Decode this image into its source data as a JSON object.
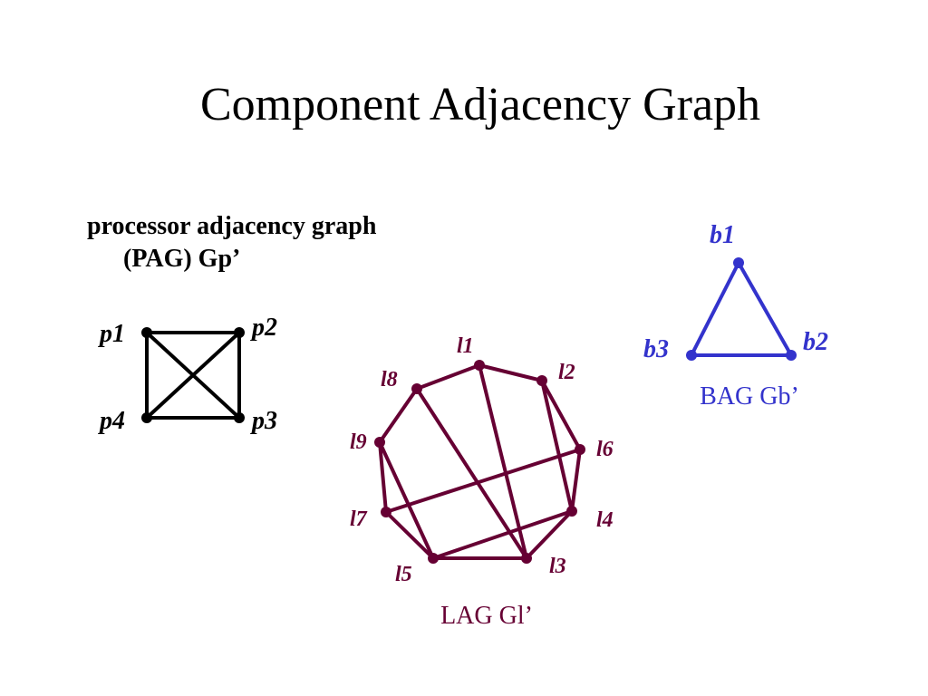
{
  "slide": {
    "title": "Component Adjacency Graph"
  },
  "pag": {
    "heading_line1": "processor adjacency graph",
    "heading_line2": "(PAG) Gp’",
    "color": "#000000",
    "nodes": [
      {
        "id": "p1",
        "label": "p1"
      },
      {
        "id": "p2",
        "label": "p2"
      },
      {
        "id": "p3",
        "label": "p3"
      },
      {
        "id": "p4",
        "label": "p4"
      }
    ],
    "edges": [
      [
        "p1",
        "p2"
      ],
      [
        "p2",
        "p3"
      ],
      [
        "p3",
        "p4"
      ],
      [
        "p4",
        "p1"
      ],
      [
        "p1",
        "p3"
      ],
      [
        "p2",
        "p4"
      ]
    ]
  },
  "lag": {
    "caption": "LAG Gl’",
    "color": "#660033",
    "nodes": [
      {
        "id": "l1",
        "label": "l1"
      },
      {
        "id": "l2",
        "label": "l2"
      },
      {
        "id": "l6",
        "label": "l6"
      },
      {
        "id": "l4",
        "label": "l4"
      },
      {
        "id": "l3",
        "label": "l3"
      },
      {
        "id": "l5",
        "label": "l5"
      },
      {
        "id": "l7",
        "label": "l7"
      },
      {
        "id": "l9",
        "label": "l9"
      },
      {
        "id": "l8",
        "label": "l8"
      }
    ],
    "edges": [
      [
        "l1",
        "l2"
      ],
      [
        "l2",
        "l6"
      ],
      [
        "l6",
        "l4"
      ],
      [
        "l4",
        "l3"
      ],
      [
        "l3",
        "l5"
      ],
      [
        "l5",
        "l7"
      ],
      [
        "l7",
        "l9"
      ],
      [
        "l9",
        "l8"
      ],
      [
        "l8",
        "l1"
      ],
      [
        "l1",
        "l3"
      ],
      [
        "l8",
        "l3"
      ],
      [
        "l7",
        "l6"
      ],
      [
        "l9",
        "l5"
      ],
      [
        "l5",
        "l4"
      ],
      [
        "l2",
        "l4"
      ]
    ]
  },
  "bag": {
    "caption": "BAG Gb’",
    "color": "#3333cc",
    "nodes": [
      {
        "id": "b1",
        "label": "b1"
      },
      {
        "id": "b2",
        "label": "b2"
      },
      {
        "id": "b3",
        "label": "b3"
      }
    ],
    "edges": [
      [
        "b1",
        "b2"
      ],
      [
        "b2",
        "b3"
      ],
      [
        "b3",
        "b1"
      ]
    ]
  }
}
